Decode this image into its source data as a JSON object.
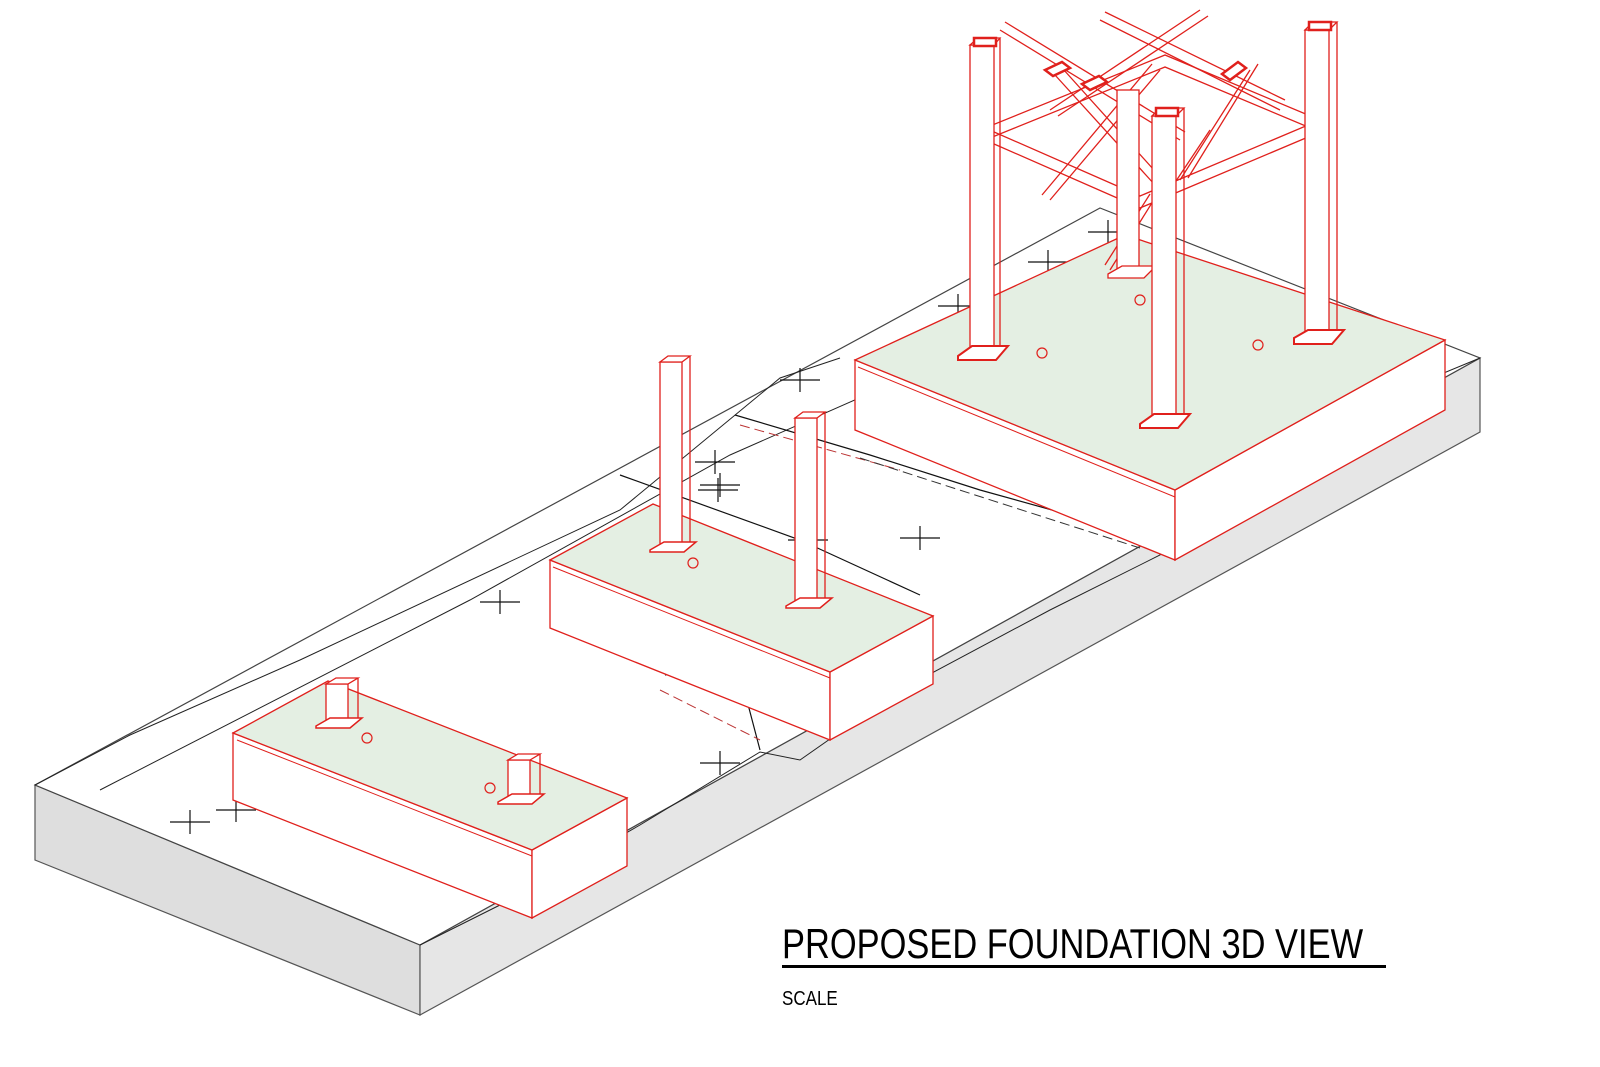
{
  "drawing": {
    "title": "PROPOSED FOUNDATION 3D VIEW",
    "scale_label": "SCALE"
  },
  "colors": {
    "foundation_outline": "#e0201c",
    "foundation_top_fill": "#e4efe3",
    "ground_fill": "#e3e3e3",
    "ground_outline": "#444444",
    "linework": "#000000"
  },
  "elements": {
    "foundations": [
      "small-footing",
      "medium-footing",
      "tower-footing"
    ],
    "icons": [
      "survey-cross-marker",
      "anchor-bolt-plate",
      "tower-lattice"
    ]
  }
}
